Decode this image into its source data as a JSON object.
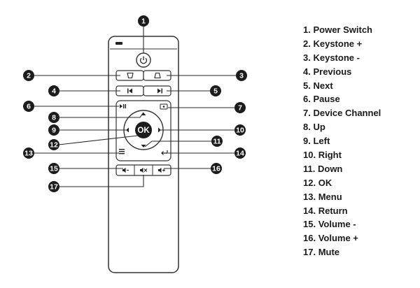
{
  "callouts": [
    {
      "number": "1",
      "label": "Power Switch"
    },
    {
      "number": "2",
      "label": "Keystone +"
    },
    {
      "number": "3",
      "label": "Keystone -"
    },
    {
      "number": "4",
      "label": "Previous"
    },
    {
      "number": "5",
      "label": "Next"
    },
    {
      "number": "6",
      "label": "Pause"
    },
    {
      "number": "7",
      "label": "Device Channel"
    },
    {
      "number": "8",
      "label": "Up"
    },
    {
      "number": "9",
      "label": "Left"
    },
    {
      "number": "10",
      "label": "Right"
    },
    {
      "number": "11",
      "label": "Down"
    },
    {
      "number": "12",
      "label": "OK"
    },
    {
      "number": "13",
      "label": "Menu"
    },
    {
      "number": "14",
      "label": "Return"
    },
    {
      "number": "15",
      "label": "Volume -"
    },
    {
      "number": "16",
      "label": "Volume +"
    },
    {
      "number": "17",
      "label": "Mute"
    }
  ],
  "remote": {
    "ok_label": "OK"
  },
  "colors": {
    "badge": "#1c1c1c",
    "outline": "#333333",
    "leader": "#2a2a2a",
    "text": "#1a1a1a"
  }
}
